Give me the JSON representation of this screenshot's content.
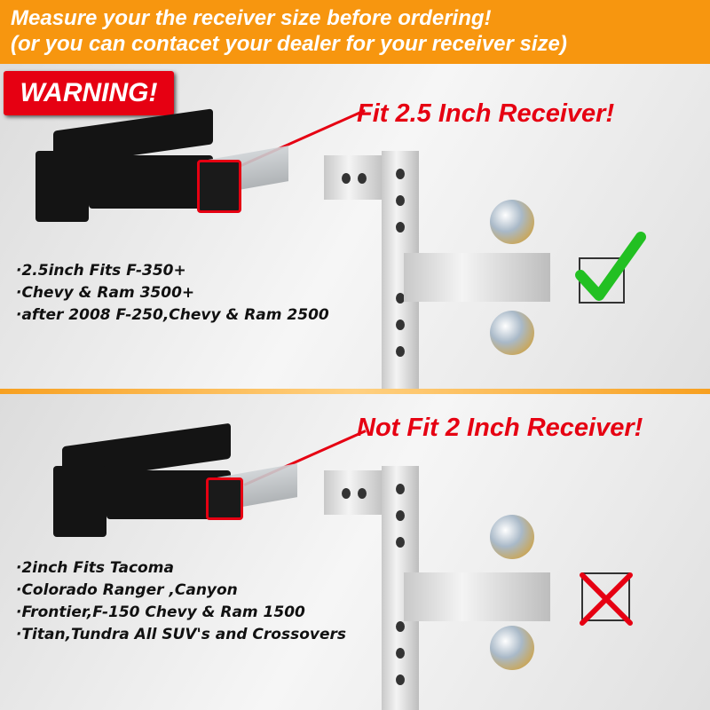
{
  "header": {
    "line1": "Measure your  the receiver  size before ordering!",
    "line2": "(or you can contacet your dealer for your receiver size)"
  },
  "warning": "WARNING!",
  "top": {
    "title": "Fit 2.5 Inch Receiver!",
    "bullets": [
      "·2.5inch Fits F-350+",
      "·Chevy & Ram 3500+",
      "·after 2008 F-250,Chevy & Ram 2500"
    ],
    "status_icon": "check-icon",
    "status_color": "#22c022"
  },
  "bottom": {
    "title": "Not Fit 2 Inch Receiver!",
    "bullets": [
      "·2inch  Fits Tacoma",
      "·Colorado Ranger ,Canyon",
      "·Frontier,F-150 Chevy & Ram 1500",
      "·Titan,Tundra All SUV's and Crossovers"
    ],
    "status_icon": "cross-icon",
    "status_color": "#e60012"
  }
}
